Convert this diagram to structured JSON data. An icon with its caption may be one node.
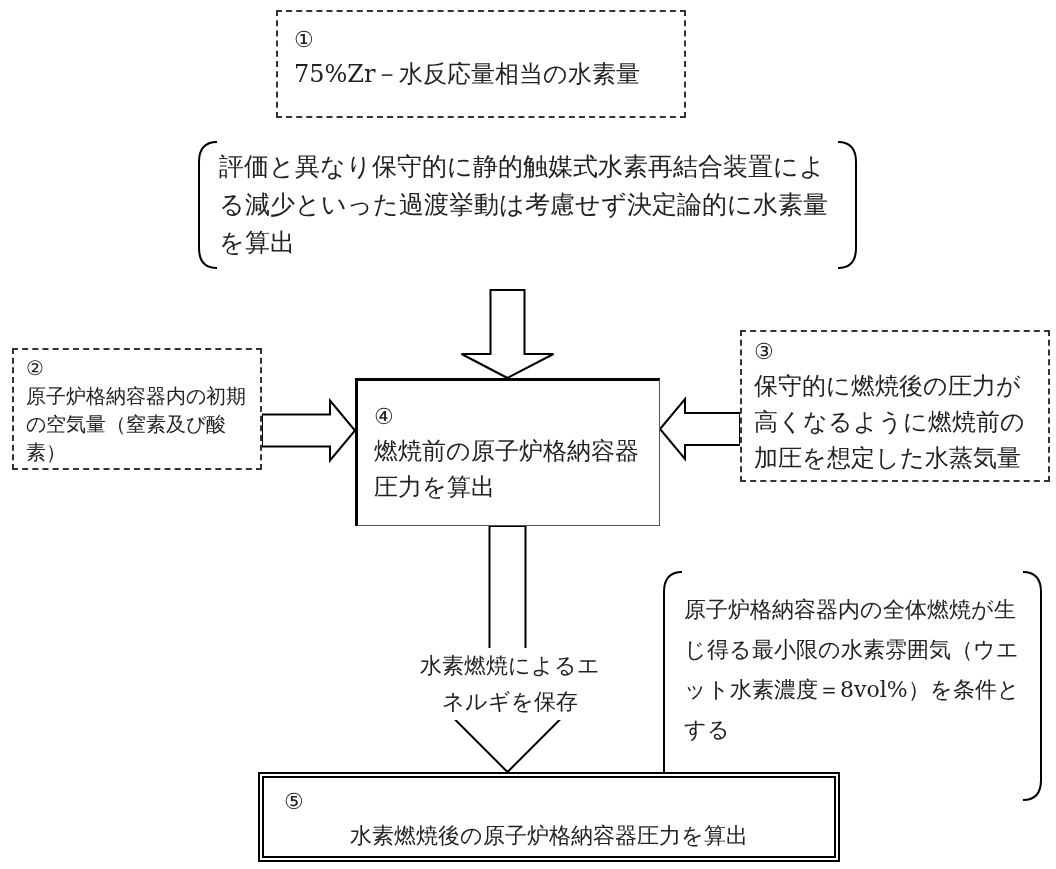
{
  "diagram": {
    "nodes": [
      {
        "text": [
          "①",
          "75%Zr－水反応量相当の水素量"
        ]
      },
      {
        "text": [
          "評価と異なり保守的に静的触媒式水素再結合装置による減少といった過渡挙動は考慮せず決定論的に水素量を算出"
        ]
      },
      {
        "text": [
          "②",
          "原子炉格納容器内の初期の空気量（窒素及び酸素）"
        ]
      },
      {
        "text": [
          "④",
          "燃焼前の原子炉格納容器圧力を算出"
        ]
      },
      {
        "text": [
          "③",
          "保守的に燃焼後の圧力が高くなるように燃焼前の加圧を想定した水蒸気量"
        ]
      },
      {
        "text": [
          "原子炉格納容器内の全体燃焼が生じ得る最小限の水素雰囲気（ウエット水素濃度＝8vol%）を条件とする"
        ]
      },
      {
        "text": [
          "⑤",
          "水素燃焼後の原子炉格納容器圧力を算出"
        ]
      }
    ],
    "edges": [
      {
        "from": 1,
        "to": 3,
        "arrow": "to"
      },
      {
        "from": 2,
        "to": 3,
        "arrow": "to"
      },
      {
        "from": 4,
        "to": 3,
        "arrow": "to"
      },
      {
        "from": 3,
        "to": 6,
        "arrow": "to",
        "label": "水素燃焼によるエネルギを保存"
      }
    ]
  }
}
